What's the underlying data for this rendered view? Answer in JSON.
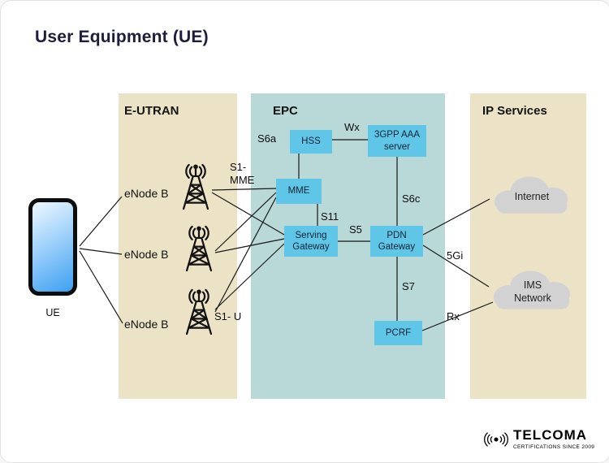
{
  "title": "User Equipment (UE)",
  "panels": {
    "eutran": "E-UTRAN",
    "epc": "EPC",
    "ip": "IP Services"
  },
  "ue_label": "UE",
  "enodeb_labels": [
    "eNode B",
    "eNode B",
    "eNode B"
  ],
  "nodes": {
    "hss": "HSS",
    "aaa": "3GPP AAA server",
    "mme": "MME",
    "sgw": "Serving Gateway",
    "pgw": "PDN Gateway",
    "pcrf": "PCRF"
  },
  "clouds": {
    "internet": "Internet",
    "ims": "IMS Network"
  },
  "interfaces": {
    "s6a": "S6a",
    "wx": "Wx",
    "s1_mme_line1": "S1-",
    "s1_mme_line2": "MME",
    "s11": "S11",
    "s5": "S5",
    "s6c": "S6c",
    "sgi": "5Gi",
    "s7": "S7",
    "rx": "Rx",
    "s1_u": "S1- U"
  },
  "logo": {
    "name": "TELCOMA",
    "tagline": "CERTIFICATIONS SINCE 2009"
  },
  "colors": {
    "panel_beige": "#ece3c7",
    "panel_teal": "#b9d8d8",
    "node_cyan": "#5fc6e8",
    "cloud_gray": "#d2d2d2",
    "phone_screen_blue": "#3da0f2",
    "line": "#191919"
  }
}
